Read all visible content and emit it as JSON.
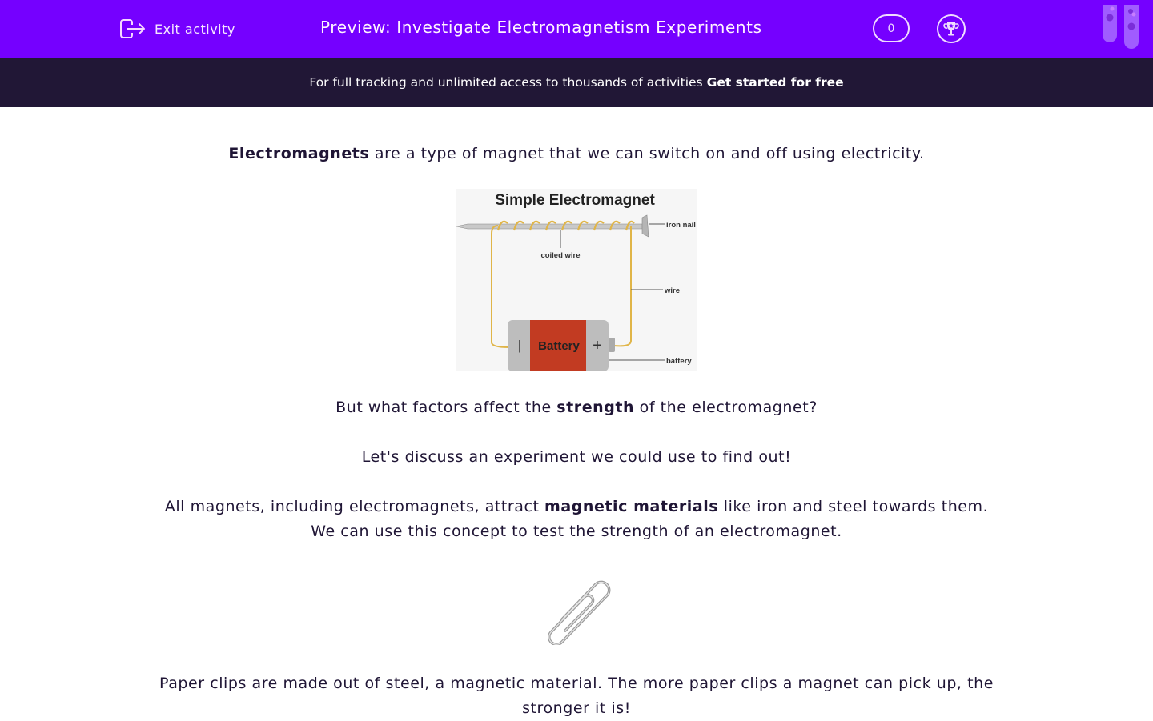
{
  "header": {
    "exit_label": "Exit activity",
    "title": "Preview: Investigate Electromagnetism Experiments",
    "score": "0",
    "icons": [
      "exit-icon",
      "trophy-icon",
      "test-tubes-logo"
    ],
    "bg_color": "#7500ff"
  },
  "promo": {
    "text": "For full tracking and unlimited access to thousands of activities",
    "cta": "Get started for free",
    "bg_color": "#211736"
  },
  "content": {
    "p1_bold": "Electromagnets",
    "p1_rest": " are a type of magnet that we can switch on and off using electricity.",
    "diagram": {
      "title": "Simple Electromagnet",
      "labels": {
        "iron_nail": "iron nail",
        "coiled_wire": "coiled wire",
        "wire": "wire",
        "battery_label": "battery",
        "battery_body": "Battery",
        "minus": "|",
        "plus": "+"
      }
    },
    "p2_pre": "But what factors affect the ",
    "p2_bold": "strength",
    "p2_post": " of the electromagnet?",
    "p3": "Let's discuss an experiment we could use to find out!",
    "p4_pre": "All magnets, including electromagnets, attract ",
    "p4_bold": "magnetic materials",
    "p4_post": " like iron and steel towards them.",
    "p5": "We can use this concept to test the strength of an electromagnet.",
    "p6_line1": "Paper clips are made out of steel, a magnetic material. The more paper clips a magnet can pick up, the",
    "p6_line2": "stronger it is!"
  }
}
